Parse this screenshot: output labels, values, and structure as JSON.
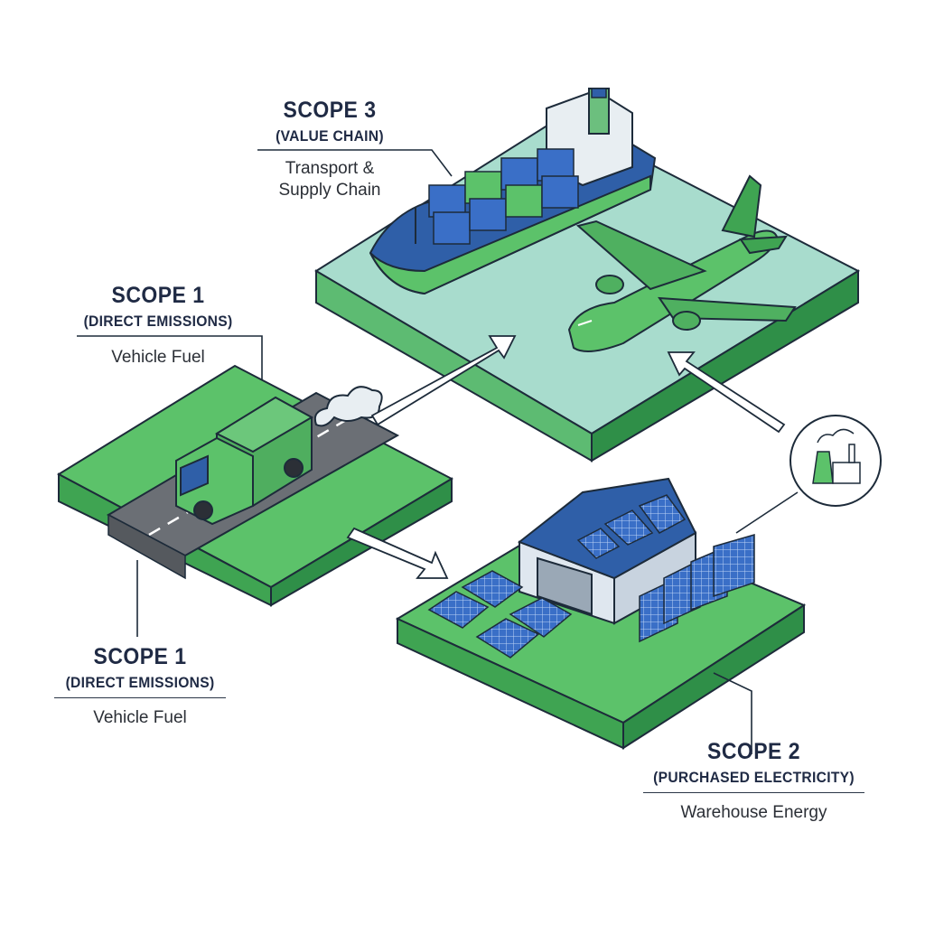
{
  "labels": {
    "scope3": {
      "title": "SCOPE 3",
      "subtitle": "(VALUE CHAIN)",
      "desc_line1": "Transport &",
      "desc_line2": "Supply Chain"
    },
    "scope1_top": {
      "title": "SCOPE 1",
      "subtitle": "(DIRECT EMISSIONS)",
      "desc": "Vehicle Fuel"
    },
    "scope1_bottom": {
      "title": "SCOPE 1",
      "subtitle": "(DIRECT EMISSIONS)",
      "desc": "Vehicle Fuel"
    },
    "scope2": {
      "title": "SCOPE 2",
      "subtitle": "(PURCHASED ELECTRICITY)",
      "desc": "Warehouse Energy"
    }
  },
  "colors": {
    "platform_green": "#5cc26a",
    "platform_green_dark": "#2f8f48",
    "platform_teal": "#a8dccd",
    "platform_teal_side": "#5dbb72",
    "solar_blue": "#3a6fc7",
    "ship_blue": "#2f5fa8",
    "outline": "#1d2b3a",
    "road": "#6b6f75"
  },
  "icons": {
    "factory": "factory-icon",
    "ship": "container-ship-icon",
    "airplane": "airplane-icon",
    "truck": "truck-icon",
    "warehouse": "warehouse-icon",
    "solar": "solar-panel-icon"
  }
}
